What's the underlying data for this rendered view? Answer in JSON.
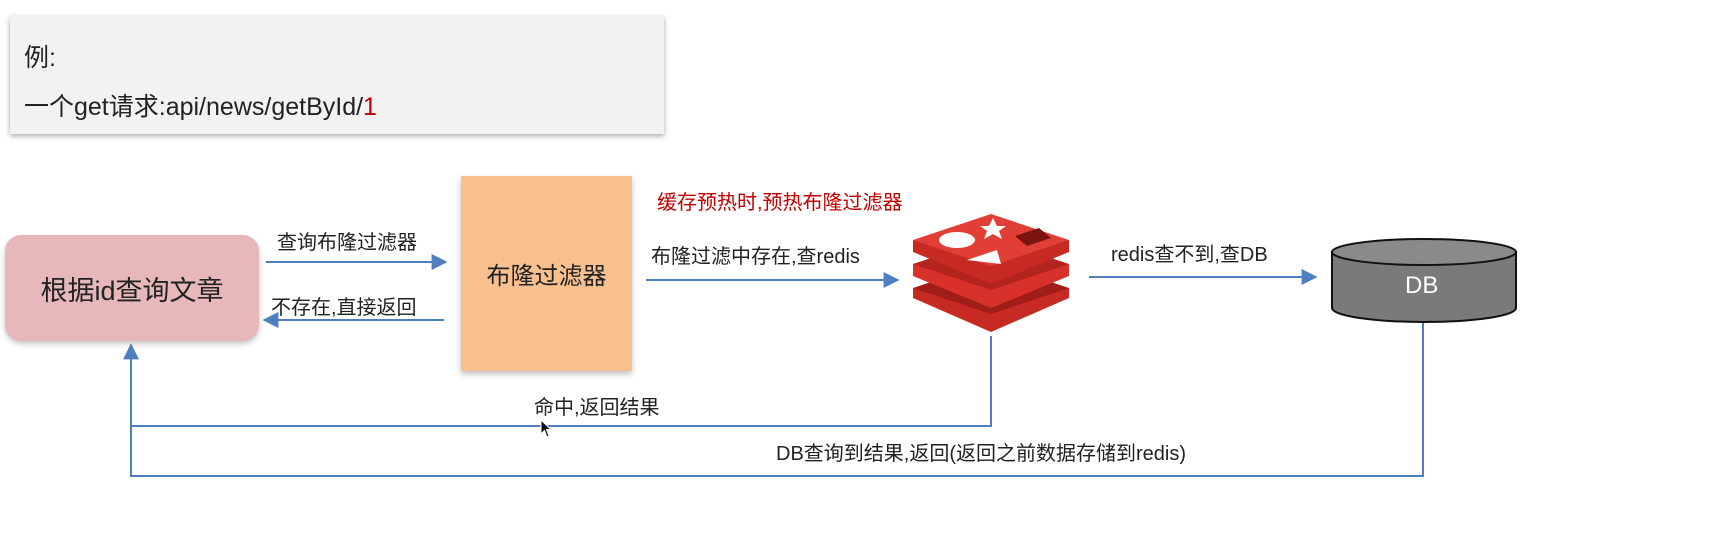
{
  "note": {
    "line1": "例:",
    "line2_prefix": "一个get请求:api/news/getById/",
    "line2_highlight": "1"
  },
  "nodes": {
    "query": "根据id查询文章",
    "bloom": "布隆过滤器",
    "db": "DB"
  },
  "labels": {
    "to_bloom": "查询布隆过滤器",
    "not_exist": "不存在,直接返回",
    "to_redis": "布隆过滤中存在,查redis",
    "preheat": "缓存预热时,预热布隆过滤器",
    "to_db": "redis查不到,查DB",
    "hit": "命中,返回结果",
    "db_return": "DB查询到结果,返回(返回之前数据存储到redis)"
  },
  "colors": {
    "arrow": "#4f7fbf",
    "highlight": "#c00000",
    "redis": "#d8312a",
    "db": "#7a7a7a"
  }
}
